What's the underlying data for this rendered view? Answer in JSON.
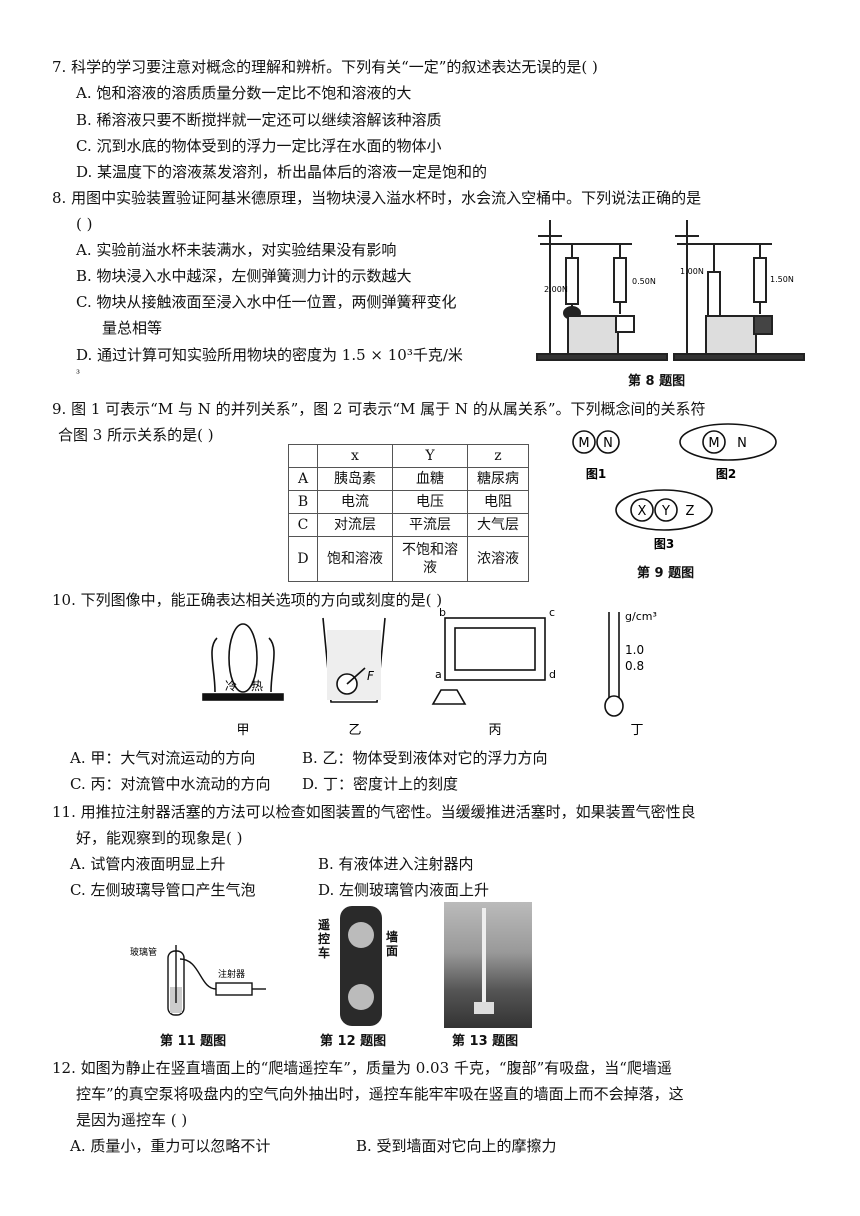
{
  "q7": {
    "stem": "7. 科学的学习要注意对概念的理解和辨析。下列有关“一定”的叙述表达无误的是(    )",
    "options": [
      "A. 饱和溶液的溶质质量分数一定比不饱和溶液的大",
      "B. 稀溶液只要不断搅拌就一定还可以继续溶解该种溶质",
      "C. 沉到水底的物体受到的浮力一定比浮在水面的物体小",
      "D. 某温度下的溶液蒸发溶剂，析出晶体后的溶液一定是饱和的"
    ]
  },
  "q8": {
    "stem": "8. 用图中实验装置验证阿基米德原理，当物块浸入溢水杯时，水会流入空桶中。下列说法正确的是",
    "paren": "(    )",
    "options": [
      "A. 实验前溢水杯未装满水，对实验结果没有影响",
      "B. 物块浸入水中越深，左侧弹簧测力计的示数越大",
      "C. 物块从接触液面至浸入水中任一位置，两侧弹簧秤变化",
      "量总相等",
      "D. 通过计算可知实验所用物块的密度为 1.5 × 10³千克/米",
      "³"
    ],
    "figure": {
      "caption": "第 8 题图",
      "left_readings": [
        "2.00N",
        "0.50N"
      ],
      "right_readings": [
        "1.00N",
        "1.50N"
      ]
    }
  },
  "q9": {
    "stem": "9. 图 1 可表示“M 与 N 的并列关系”，图 2 可表示“M 属于 N 的从属关系”。下列概念间的关系符",
    "stem2": "合图 3 所示关系的是(    )",
    "table": {
      "headers": [
        "",
        "x",
        "Y",
        "z"
      ],
      "rows": [
        [
          "A",
          "胰岛素",
          "血糖",
          "糖尿病"
        ],
        [
          "B",
          "电流",
          "电压",
          "电阻"
        ],
        [
          "C",
          "对流层",
          "平流层",
          "大气层"
        ],
        [
          "D",
          "饱和溶液",
          "不饱和溶液",
          "浓溶液"
        ]
      ]
    },
    "figure": {
      "caption": "第 9 题图",
      "fig1": {
        "label": "图1",
        "a": "M",
        "b": "N"
      },
      "fig2": {
        "label": "图2",
        "a": "M",
        "b": "N"
      },
      "fig3": {
        "label": "图3",
        "a": "X",
        "b": "Y",
        "c": "Z"
      }
    }
  },
  "q10": {
    "stem": "10. 下列图像中，能正确表达相关选项的方向或刻度的是(    )",
    "options": [
      "A. 甲：大气对流运动的方向",
      "B. 乙：物体受到液体对它的浮力方向",
      "C. 丙：对流管中水流动的方向",
      "D. 丁：密度计上的刻度"
    ],
    "figures": {
      "jia": {
        "label": "甲",
        "cold": "冷",
        "hot": "热"
      },
      "yi": {
        "label": "乙",
        "force": "F"
      },
      "bing": {
        "label": "丙",
        "corners": [
          "a",
          "b",
          "c",
          "d"
        ]
      },
      "ding": {
        "label": "丁",
        "unit": "g/cm³",
        "ticks": [
          "1.0",
          "0.8"
        ]
      }
    }
  },
  "q11": {
    "stem": "11. 用推拉注射器活塞的方法可以检查如图装置的气密性。当缓缓推进活塞时，如果装置气密性良",
    "stem2": "好，能观察到的现象是(    )",
    "options": [
      "A. 试管内液面明显上升",
      "B. 有液体进入注射器内",
      "C. 左侧玻璃导管口产生气泡",
      "D. 左侧玻璃管内液面上升"
    ],
    "figure": {
      "caption": "第 11 题图",
      "tube_label": "玻璃管",
      "syringe_label": "注射器"
    }
  },
  "q12": {
    "stem": "12. 如图为静止在竖直墙面上的“爬墙遥控车”，质量为 0.03 千克，“腹部”有吸盘，当“爬墙遥",
    "stem2": "控车”的真空泵将吸盘内的空气向外抽出时，遥控车能牢牢吸在竖直的墙面上而不会掉落，这",
    "stem3": "是因为遥控车 (    )",
    "options": [
      "A. 质量小，重力可以忽略不计",
      "B. 受到墙面对它向上的摩擦力"
    ],
    "figure": {
      "caption": "第 12 题图",
      "car_label": "遥控车",
      "wall_label": "墙面"
    }
  },
  "q13": {
    "figure": {
      "caption": "第 13 题图"
    }
  }
}
